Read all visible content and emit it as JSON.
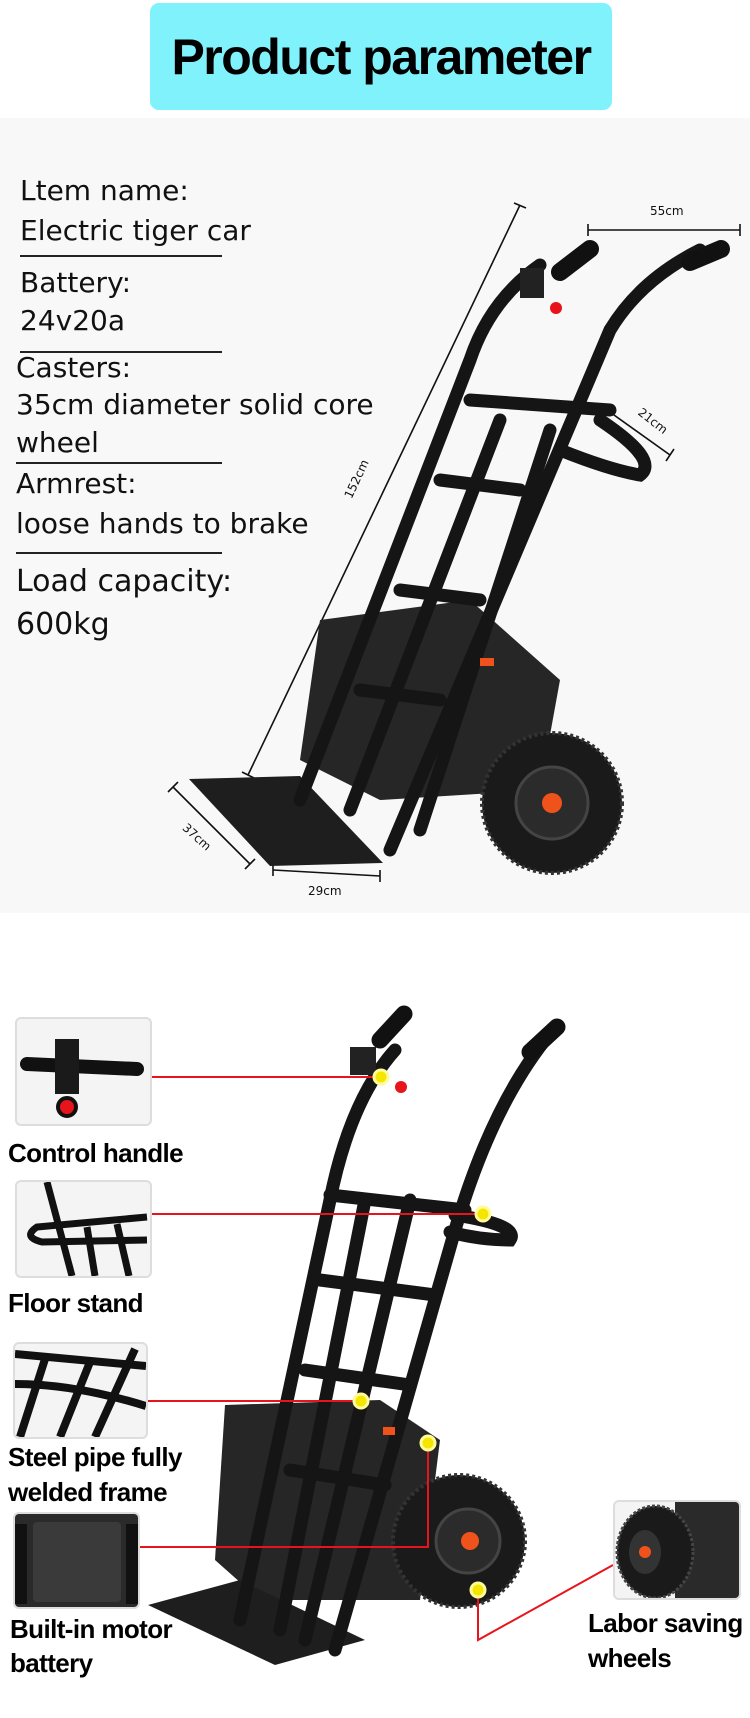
{
  "header": {
    "title": "Product parameter",
    "background_color": "#80f2fb"
  },
  "specs": {
    "item_name_label": "Ltem name:",
    "item_name_value": "Electric tiger car",
    "battery_label": "Battery:",
    "battery_value": "24v20a",
    "casters_label": "Casters:",
    "casters_value_line1": "35cm diameter solid core",
    "casters_value_line2": "wheel",
    "armrest_label": "Armrest:",
    "armrest_value": "loose hands to brake",
    "load_label": "Load capacity:",
    "load_value": "600kg"
  },
  "dimensions": {
    "width": "55cm",
    "armrest_depth": "21cm",
    "height": "152cm",
    "plate_depth": "37cm",
    "plate_width": "29cm"
  },
  "features": {
    "control_handle": "Control handle",
    "floor_stand": "Floor stand",
    "frame_line1": "Steel pipe fully",
    "frame_line2": "welded frame",
    "battery_line1": "Built-in motor",
    "battery_line2": "battery",
    "wheels_line1": "Labor saving",
    "wheels_line2": "wheels"
  },
  "colors": {
    "callout_line": "#e8141b",
    "callout_dot": "#f5e600",
    "accent_orange": "#f0521c"
  }
}
